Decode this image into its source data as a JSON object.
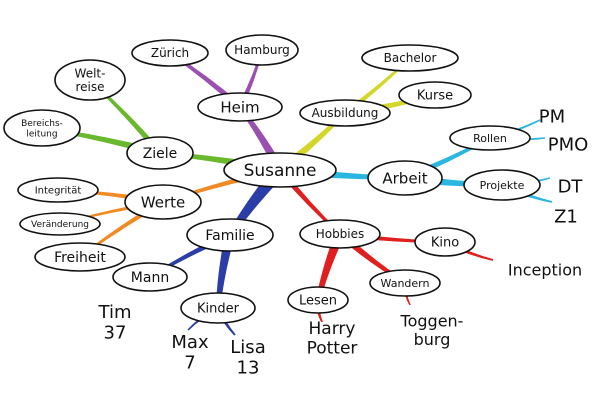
{
  "colors": {
    "heim": "#9b4fb0",
    "ziele": "#6ab82e",
    "werte": "#f08a24",
    "familie": "#2b3ea8",
    "hobbies": "#e02020",
    "ausbildung": "#d4d62a",
    "arbeit": "#29b6e0"
  },
  "nodes": {
    "susanne": "Susanne",
    "heim": "Heim",
    "zuerich": "Zürich",
    "hamburg": "Hamburg",
    "ziele": "Ziele",
    "weltreise": "Welt-\nreise",
    "bereichsleitung": "Bereichs-\nleitung",
    "werte": "Werte",
    "integritaet": "Integrität",
    "veraenderung": "Veränderung",
    "freiheit": "Freiheit",
    "familie": "Familie",
    "mann": "Mann",
    "kinder": "Kinder",
    "hobbies": "Hobbies",
    "lesen": "Lesen",
    "wandern": "Wandern",
    "kino": "Kino",
    "ausbildung": "Ausbildung",
    "bachelor": "Bachelor",
    "kurse": "Kurse",
    "arbeit": "Arbeit",
    "rollen": "Rollen",
    "projekte": "Projekte"
  },
  "leaves": {
    "tim": "Tim\n37",
    "max": "Max\n7",
    "lisa": "Lisa\n13",
    "harry_potter": "Harry\nPotter",
    "toggenburg": "Toggen-\nburg",
    "inception": "Inception",
    "pm": "PM",
    "pmo": "PMO",
    "dt": "DT",
    "z1": "Z1"
  }
}
